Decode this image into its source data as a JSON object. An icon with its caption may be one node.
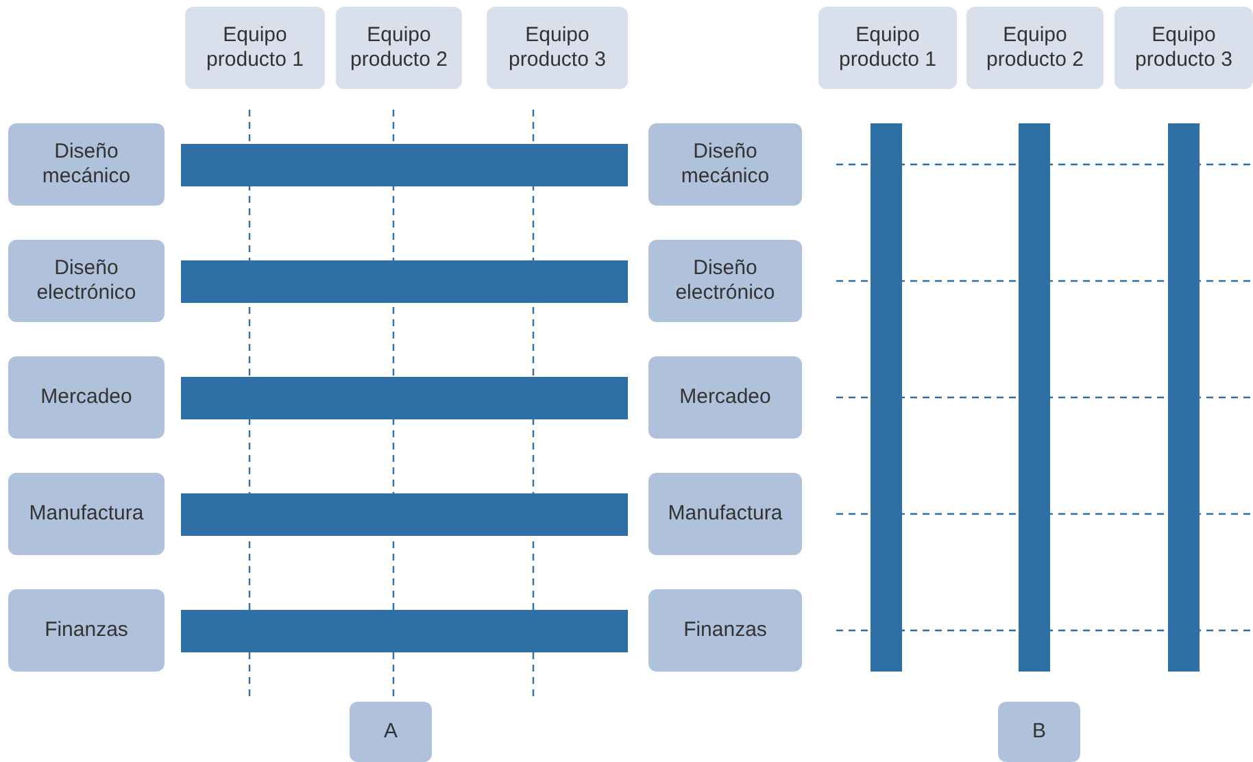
{
  "diagram": {
    "nodes": [
      {
        "text": [
          "Equipo producto 1"
        ]
      },
      {
        "text": [
          "Equipo producto 2"
        ]
      },
      {
        "text": [
          "Equipo producto 3"
        ]
      },
      {
        "text": [
          "Diseño mecánico"
        ]
      },
      {
        "text": [
          "Diseño electrónico"
        ]
      },
      {
        "text": [
          "Mercadeo"
        ]
      },
      {
        "text": [
          "Manufactura"
        ]
      },
      {
        "text": [
          "Finanzas"
        ]
      },
      {
        "text": [
          "A"
        ]
      },
      {
        "text": [
          "Equipo producto 1"
        ]
      },
      {
        "text": [
          "Equipo producto 2"
        ]
      },
      {
        "text": [
          "Equipo producto 3"
        ]
      },
      {
        "text": [
          "Diseño mecánico"
        ]
      },
      {
        "text": [
          "Diseño electrónico"
        ]
      },
      {
        "text": [
          "Mercadeo"
        ]
      },
      {
        "text": [
          "Manufactura"
        ]
      },
      {
        "text": [
          "Finanzas"
        ]
      },
      {
        "text": [
          "B"
        ]
      }
    ],
    "edges": []
  }
}
